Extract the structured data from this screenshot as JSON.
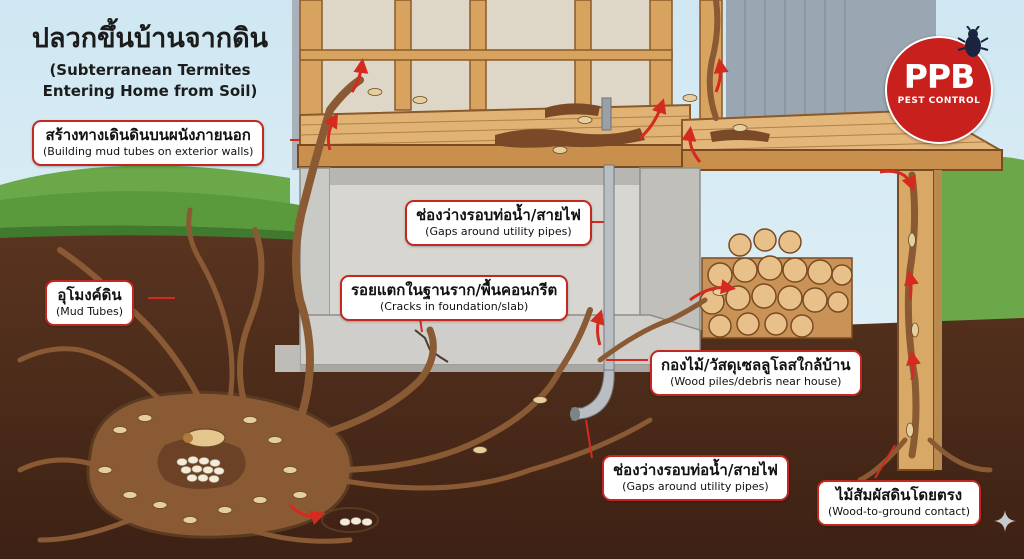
{
  "title": {
    "thai": "ปลวกขึ้นบ้านจากดิน",
    "english_line1": "(Subterranean Termites",
    "english_line2": "Entering Home from Soil)"
  },
  "callouts": {
    "mud_tubes_walls": {
      "thai": "สร้างทางเดินดินบนผนังภายนอก",
      "english": "(Building mud tubes on exterior walls)"
    },
    "utility_gaps_top": {
      "thai": "ช่องว่างรอบท่อน้ำ/สายไฟ",
      "english": "(Gaps around utility pipes)"
    },
    "mud_tubes": {
      "thai": "อุโมงค์ดิน",
      "english": "(Mud Tubes)"
    },
    "cracks": {
      "thai": "รอยแตกในฐานราก/พื้นคอนกรีต",
      "english": "(Cracks in foundation/slab)"
    },
    "wood_piles": {
      "thai": "กองไม้/วัสดุเซลลูโลสใกล้บ้าน",
      "english": "(Wood piles/debris near house)"
    },
    "utility_gaps_bottom": {
      "thai": "ช่องว่างรอบท่อน้ำ/สายไฟ",
      "english": "(Gaps around utility pipes)"
    },
    "wood_ground": {
      "thai": "ไม้สัมผัสดินโดยตรง",
      "english": "(Wood-to-ground contact)"
    }
  },
  "logo": {
    "name": "PPB",
    "subtitle": "PEST CONTROL",
    "icon": "termite-bug-icon"
  },
  "colors": {
    "callout_border": "#c4271f",
    "arrow_red": "#d42a1f",
    "logo_red": "#c8201c",
    "soil_dark": "#4a2a18",
    "wood": "#d8a866"
  }
}
